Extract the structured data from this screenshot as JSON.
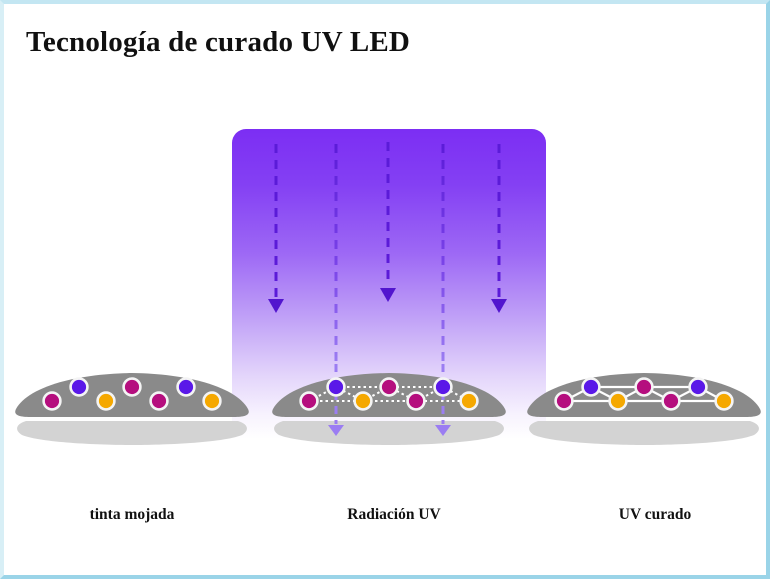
{
  "title": "Tecnología de curado UV LED",
  "lamp": {
    "name": "uv-led-lamp",
    "ray_count": 5,
    "gradient_top": "#7c2ef3",
    "gradient_bottom": "transparent"
  },
  "stages": [
    {
      "label": "tinta mojada",
      "bonds": "none",
      "dots": [
        "magenta",
        "purple",
        "orange",
        "magenta",
        "magenta",
        "purple",
        "orange"
      ]
    },
    {
      "label": "Radiación UV",
      "bonds": "dashed",
      "dots": [
        "magenta",
        "purple",
        "orange",
        "magenta",
        "magenta",
        "purple",
        "orange"
      ]
    },
    {
      "label": "UV curado",
      "bonds": "solid",
      "dots": [
        "magenta",
        "purple",
        "orange",
        "magenta",
        "magenta",
        "purple",
        "orange"
      ]
    }
  ],
  "colors": {
    "dots": {
      "magenta": "#b50e7e",
      "purple": "#5a18e8",
      "orange": "#f5a800"
    },
    "dot_ring": "#f4f4f4",
    "ink_body": "#8a8a8a",
    "ink_shadow": "#d3d3d3",
    "ray_dark": "#5b1bd8",
    "ray_light": "#9b7df2",
    "bond_line": "#ffffff",
    "page_border": "#9ad4e8"
  }
}
